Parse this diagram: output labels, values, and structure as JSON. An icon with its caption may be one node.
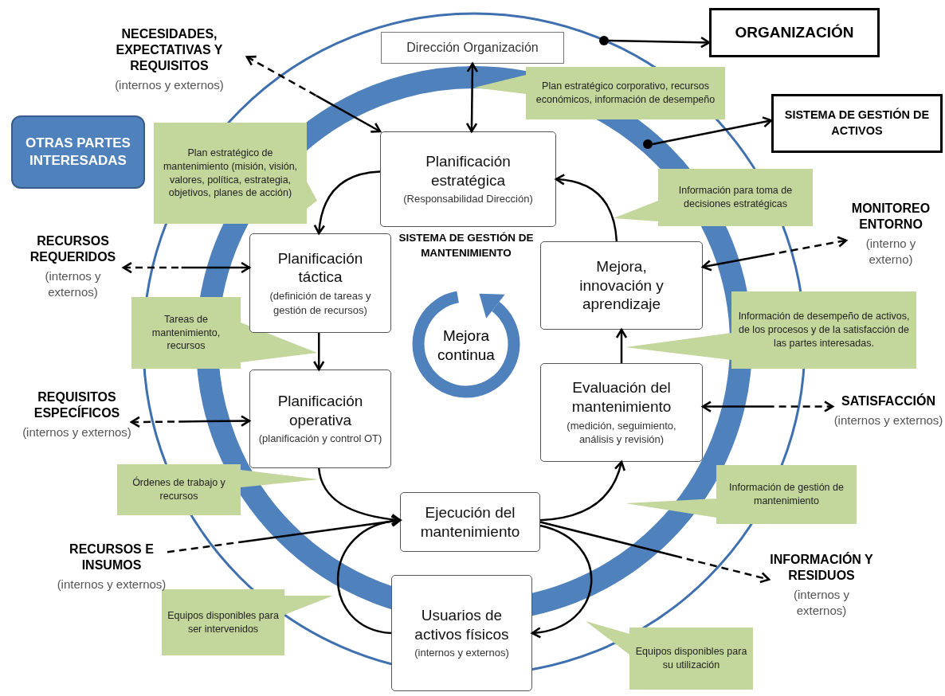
{
  "diagram": {
    "nodes": [
      {
        "text": [
          "NECESIDADES, EXPECTATIVAS Y REQUISITOS",
          "(internos y externos)"
        ]
      },
      {
        "text": [
          "Dirección Organización"
        ]
      },
      {
        "text": [
          "ORGANIZACIÓN"
        ]
      },
      {
        "text": [
          "OTRAS PARTES INTERESADAS"
        ]
      },
      {
        "text": [
          "Plan estratégico corporativo, recursos económicos, información de desempeño"
        ]
      },
      {
        "text": [
          "Planificación estratégica",
          "(Responsabilidad Dirección)"
        ]
      },
      {
        "text": [
          "SISTEMA DE GESTIÓN DE ACTIVOS"
        ]
      },
      {
        "text": [
          "Plan estratégico de mantenimiento (misión, visión, valores, política, estrategia, objetivos, planes de acción)"
        ]
      },
      {
        "text": [
          "Información para toma de decisiones estratégicas"
        ]
      },
      {
        "text": [
          "MONITOREO ENTORNO",
          "(interno y externo)"
        ]
      },
      {
        "text": [
          "RECURSOS REQUERIDOS",
          "(internos y externos)"
        ]
      },
      {
        "text": [
          "Planificación táctica",
          "(definición de tareas y gestión de recursos)"
        ]
      },
      {
        "text": [
          "Mejora, innovación y aprendizaje"
        ]
      },
      {
        "text": [
          "Tareas de mantenimiento, recursos"
        ]
      },
      {
        "text": [
          "Información de desempeño de activos, de los procesos y de la satisfacción de las partes interesadas."
        ]
      },
      {
        "text": [
          "REQUISITOS ESPECÍFICOS",
          "(internos y externos)"
        ]
      },
      {
        "text": [
          "Planificación operativa",
          "(planificación y control OT)"
        ]
      },
      {
        "text": [
          "Evaluación del mantenimiento",
          "(medición, seguimiento, análisis y revisión)"
        ]
      },
      {
        "text": [
          "SATISFACCIÓN",
          "(internos y externos)"
        ]
      },
      {
        "text": [
          "Órdenes de trabajo y recursos"
        ]
      },
      {
        "text": [
          "Información de gestión de mantenimiento"
        ]
      },
      {
        "text": [
          "Ejecución del mantenimiento"
        ]
      },
      {
        "text": [
          "RECURSOS E INSUMOS",
          "(internos y externos)"
        ]
      },
      {
        "text": [
          "INFORMACIÓN Y RESIDUOS",
          "(internos y externos)"
        ]
      },
      {
        "text": [
          "Equipos disponibles para ser intervenidos"
        ]
      },
      {
        "text": [
          "Usuarios de activos físicos",
          "(internos y externos)"
        ]
      },
      {
        "text": [
          "Equipos disponibles para su utilización"
        ]
      },
      {
        "text": [],
        "shape": "circle"
      },
      {
        "text": [],
        "shape": "circle"
      }
    ],
    "edges": [
      {
        "from": 0,
        "to": 5,
        "arrow": "both",
        "style": "dashed"
      },
      {
        "from": 1,
        "to": 5,
        "arrow": "both"
      },
      {
        "from": 27,
        "to": 2,
        "arrow": "to"
      },
      {
        "from": 28,
        "to": 6,
        "arrow": "to"
      },
      {
        "from": 10,
        "to": 11,
        "arrow": "both",
        "style": "dashed"
      },
      {
        "from": 5,
        "to": 11,
        "arrow": "to"
      },
      {
        "from": 11,
        "to": 16,
        "arrow": "to"
      },
      {
        "from": 15,
        "to": 16,
        "arrow": "both",
        "style": "dashed"
      },
      {
        "from": 16,
        "to": 21,
        "arrow": "to"
      },
      {
        "from": 22,
        "to": 21,
        "arrow": "to",
        "style": "dashed"
      },
      {
        "from": 21,
        "to": 17,
        "arrow": "to"
      },
      {
        "from": 17,
        "to": 12,
        "arrow": "to"
      },
      {
        "from": 12,
        "to": 5,
        "arrow": "to"
      },
      {
        "from": 12,
        "to": 9,
        "arrow": "both",
        "style": "dashed"
      },
      {
        "from": 17,
        "to": 18,
        "arrow": "both",
        "style": "dashed"
      },
      {
        "from": 21,
        "to": 23,
        "arrow": "to",
        "style": "dashed"
      },
      {
        "from": 21,
        "to": 25,
        "arrow": "to"
      },
      {
        "from": 25,
        "to": 21,
        "arrow": "to"
      }
    ],
    "labels": [
      "SISTEMA DE GESTIÓN DE MANTENIMIENTO",
      "Mejora continua"
    ]
  }
}
